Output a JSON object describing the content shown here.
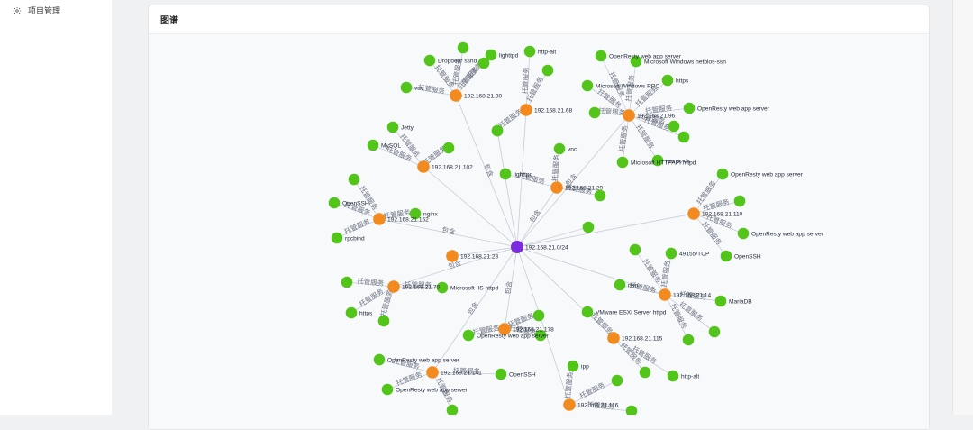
{
  "sidebar": {
    "items": [
      {
        "label": "项目管理",
        "icon": "gear-icon"
      }
    ]
  },
  "card": {
    "title": "图谱"
  },
  "colors": {
    "root": "#7b2bdb",
    "host": "#f28a1f",
    "service": "#52c41a",
    "edge": "#c6ccd6"
  },
  "edge_labels": {
    "host_edge": "包含",
    "service_edge": "托管服务"
  },
  "graph": {
    "root": {
      "id": "root",
      "label": "192.168.21.0/24"
    },
    "hosts": [
      {
        "id": "h30",
        "label": "192.168.21.30",
        "services": [
          "Dropbear sshd",
          "lighttpd",
          "vnc",
          "",
          ""
        ]
      },
      {
        "id": "h68",
        "label": "192.168.21.68",
        "services": [
          "http-alt",
          "",
          ""
        ]
      },
      {
        "id": "h96",
        "label": "192.168.21.96",
        "services": [
          "OpenResty web app server",
          "Microsoft Windows netbios-ssn",
          "https",
          "Microsoft Windows RPC",
          "OpenResty web app server",
          "",
          "",
          "Microsoft HTTPAPI httpd",
          "msrpc-ds",
          ""
        ]
      },
      {
        "id": "h102",
        "label": "192.168.21.102",
        "services": [
          "Jetty",
          "MySQL",
          ""
        ]
      },
      {
        "id": "h29",
        "label": "192.168.21.29",
        "services": [
          "vnc",
          "lighttpd",
          ""
        ]
      },
      {
        "id": "h110",
        "label": "192.168.21.110",
        "services": [
          "OpenResty web app server",
          "",
          "OpenResty web app server",
          "OpenSSH"
        ]
      },
      {
        "id": "h152",
        "label": "192.168.21.152",
        "services": [
          "OpenSSH",
          "nginx",
          "rpcbind",
          ""
        ]
      },
      {
        "id": "h23",
        "label": "192.168.21.23",
        "services": []
      },
      {
        "id": "h70",
        "label": "192.168.21.70",
        "services": [
          "Microsoft IIS httpd",
          "https",
          "",
          ""
        ]
      },
      {
        "id": "h14",
        "label": "192.168.21.14",
        "services": [
          "49155/TCP",
          "rtsp",
          "MariaDB",
          "",
          "",
          ""
        ]
      },
      {
        "id": "h178",
        "label": "192.168.21.178",
        "services": [
          "OpenResty web app server",
          "",
          ""
        ]
      },
      {
        "id": "h115",
        "label": "192.168.21.115",
        "services": [
          "VMware ESXi Server httpd",
          "http-alt",
          ""
        ]
      },
      {
        "id": "h141",
        "label": "192.168.21.141",
        "services": [
          "OpenResty web app server",
          "OpenResty web app server",
          "OpenSSH",
          ""
        ]
      },
      {
        "id": "h116",
        "label": "192.168.21.116",
        "services": [
          "ipp",
          "",
          ""
        ]
      },
      {
        "id": "hx1",
        "label": "",
        "services": []
      },
      {
        "id": "hx2",
        "label": "",
        "services": []
      }
    ]
  }
}
